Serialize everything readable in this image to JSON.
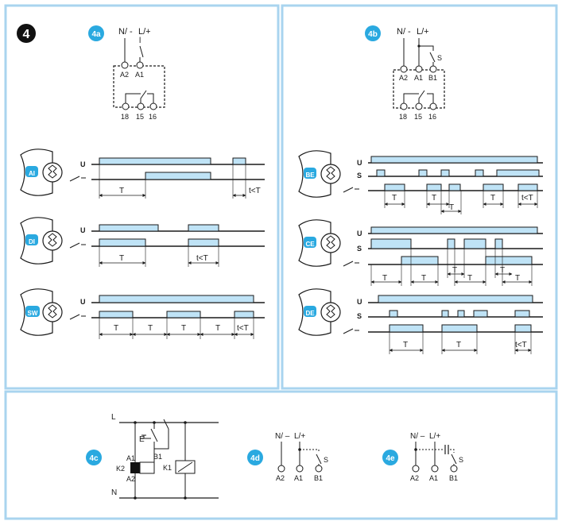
{
  "figure_number": "4",
  "colors": {
    "panel_border": "#a9d4ef",
    "badge": "#2aa9e0",
    "pulse_fill": "#bfe3f6",
    "line": "#1a1a1a"
  },
  "panel_4a": {
    "badge": "4a",
    "supply_labels": [
      "N/ -",
      "L/+"
    ],
    "supply_marker": "l",
    "input_terminals": [
      "A2",
      "A1"
    ],
    "output_terminals": [
      "18",
      "15",
      "16"
    ]
  },
  "panel_4b": {
    "badge": "4b",
    "supply_labels": [
      "N/ -",
      "L/+"
    ],
    "switch_label": "S",
    "input_terminals": [
      "A2",
      "A1",
      "B1"
    ],
    "output_terminals": [
      "18",
      "15",
      "16"
    ]
  },
  "modes_left": [
    {
      "code": "AI",
      "u_label": "U",
      "labels": [
        "T",
        "t<T"
      ]
    },
    {
      "code": "DI",
      "u_label": "U",
      "labels": [
        "T",
        "t<T"
      ]
    },
    {
      "code": "SW",
      "u_label": "U",
      "labels": [
        "T",
        "T",
        "T",
        "T",
        "t<T"
      ]
    }
  ],
  "modes_right": [
    {
      "code": "BE",
      "u_label": "U",
      "s_label": "S",
      "labels": [
        "T",
        "T",
        "T",
        "T",
        "t<T"
      ]
    },
    {
      "code": "CE",
      "u_label": "U",
      "s_label": "S",
      "labels": [
        "T",
        "T",
        "T",
        "T",
        "T",
        "T"
      ]
    },
    {
      "code": "DE",
      "u_label": "U",
      "s_label": "S",
      "labels": [
        "T",
        "T",
        "t<T"
      ]
    }
  ],
  "panel_4c": {
    "badge": "4c",
    "rail_top": "L",
    "rail_bottom": "N",
    "switch_label": "E",
    "labels": [
      "A1",
      "K2",
      "A2",
      "B1",
      "K1"
    ]
  },
  "panel_4d": {
    "badge": "4d",
    "supply_labels": [
      "N/ –",
      "L/+"
    ],
    "switch_label": "S",
    "terminals": [
      "A2",
      "A1",
      "B1"
    ]
  },
  "panel_4e": {
    "badge": "4e",
    "supply_labels": [
      "N/ –",
      "L/+"
    ],
    "switch_label": "S",
    "terminals": [
      "A2",
      "A1",
      "B1"
    ]
  }
}
